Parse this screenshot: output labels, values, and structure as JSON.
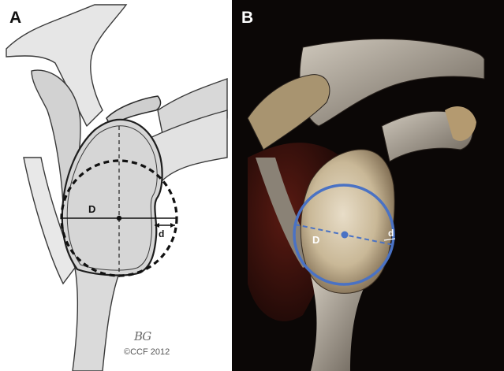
{
  "panels": [
    {
      "id": "A",
      "label": "A",
      "labels": {
        "major_diameter": "D",
        "bone_loss_width": "d"
      },
      "signature": "BG",
      "copyright": "©CCF 2012"
    },
    {
      "id": "B",
      "label": "B",
      "labels": {
        "major_diameter": "D",
        "bone_loss_width": "d"
      }
    }
  ],
  "colors": {
    "illustration_outline": "#2a2a2a",
    "bone_fill": "#dcdcdc",
    "circle_b": "#4a72c4",
    "background_b": "#0b0706"
  }
}
